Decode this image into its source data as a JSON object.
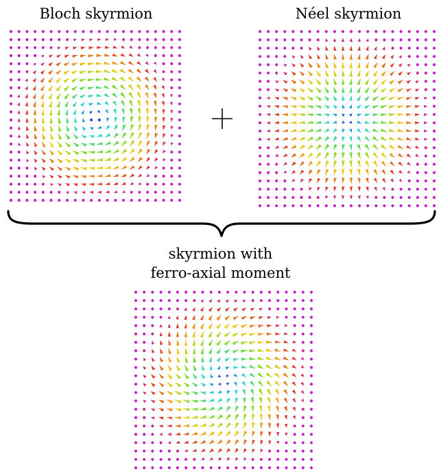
{
  "panels": {
    "bloch": {
      "title": "Bloch skyrmion",
      "helicity_deg": 90
    },
    "neel": {
      "title": "Néel skyrmion",
      "helicity_deg": 0
    },
    "combined": {
      "title_line1": "skyrmion with",
      "title_line2": "ferro-axial moment",
      "helicity_deg": 45
    }
  },
  "operator": {
    "symbol": "+"
  },
  "icons": {
    "operator": "plus-icon",
    "grouping": "curly-brace-icon"
  },
  "colormap": {
    "type": "hue-by-polar-angle",
    "stops": [
      "#1a1adc",
      "#2bd2e6",
      "#6fdc3c",
      "#f0d020",
      "#e03c28",
      "#c820c8"
    ]
  },
  "grid": {
    "arrows_per_side": 22
  }
}
